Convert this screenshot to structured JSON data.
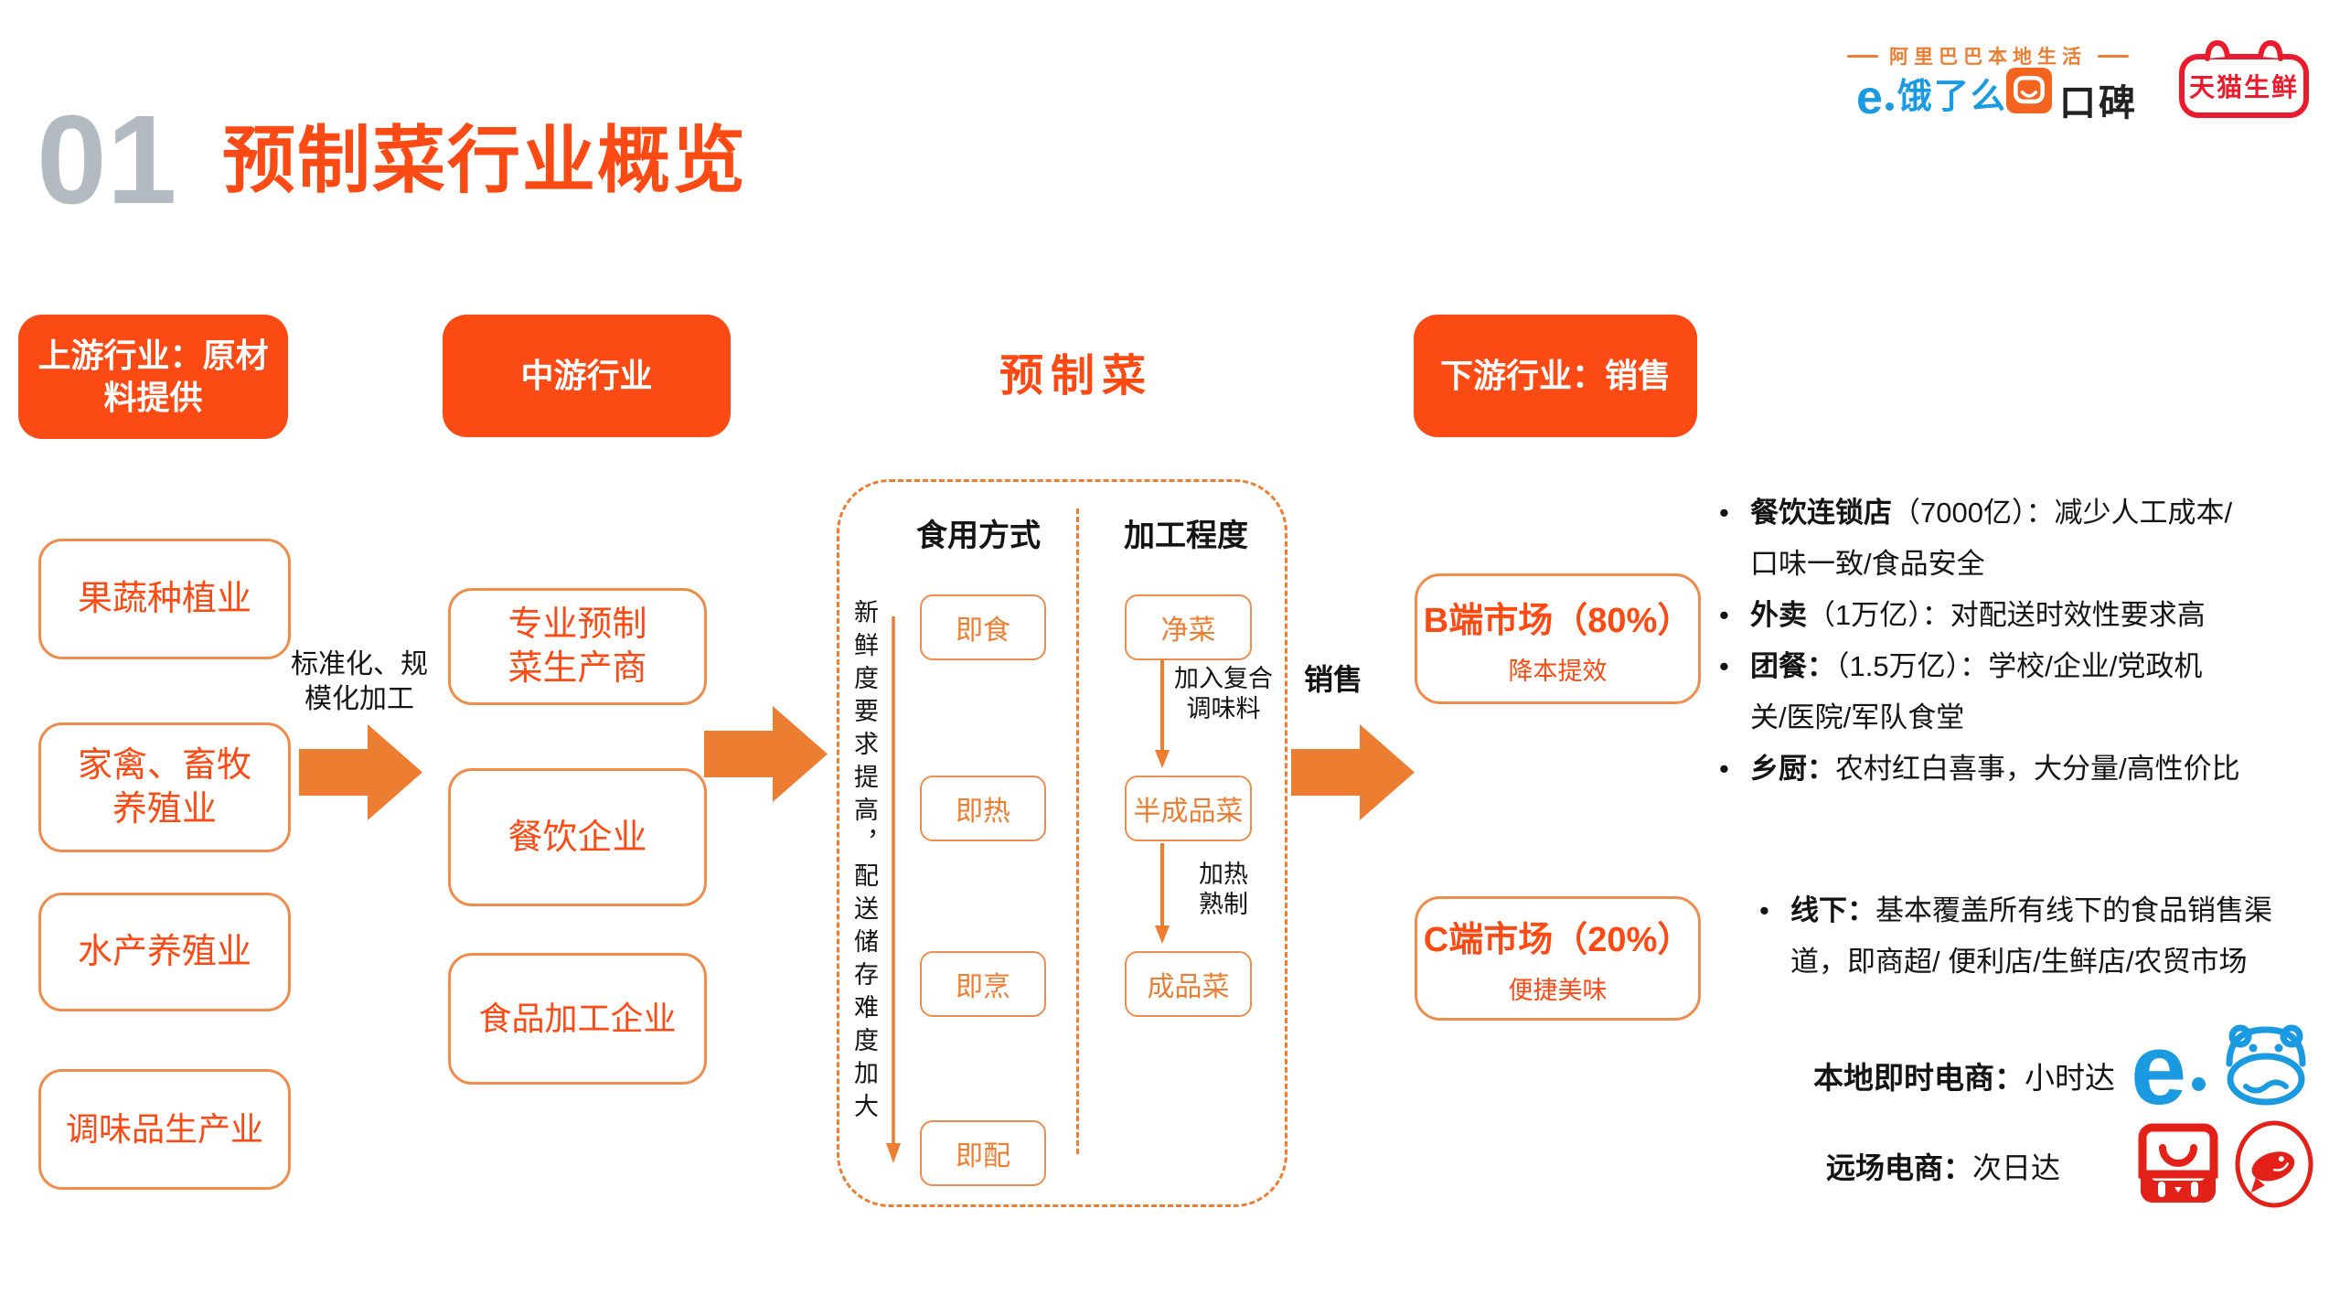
{
  "page": {
    "number": "01",
    "title": "预制菜行业概览"
  },
  "brand": {
    "banner": "阿里巴巴本地生活",
    "eleme_mark": "e",
    "eleme": "饿了么",
    "koubei": "口碑",
    "tmall_fresh": "天猫生鲜"
  },
  "stages": {
    "upstream": "上游行业：原材\n料提供",
    "midstream": "中游行业",
    "center": "预制菜",
    "downstream": "下游行业：销售"
  },
  "upstream_items": [
    "果蔬种植业",
    "家禽、畜牧\n养殖业",
    "水产养殖业",
    "调味品生产业"
  ],
  "process_arrow_label": "标准化、规\n模化加工",
  "midstream_items": [
    "专业预制\n菜生产商",
    "餐饮企业",
    "食品加工企业"
  ],
  "panel": {
    "eat_header": "食用方式",
    "process_header": "加工程度",
    "axis_label": "新鲜度要求提高，配送储存难度加大",
    "eat_items": [
      "即食",
      "即热",
      "即烹",
      "即配"
    ],
    "process_items": [
      "净菜",
      "半成品菜",
      "成品菜"
    ],
    "step1_label": "加入复合\n调味料",
    "step2_label": "加热\n熟制"
  },
  "sales_label": "销售",
  "markets": {
    "b_title": "B端市场（80%）",
    "b_sub": "降本提效",
    "c_title": "C端市场（20%）",
    "c_sub": "便捷美味"
  },
  "b_side_bullets": [
    {
      "lead": "餐饮连锁店",
      "rest": "（7000亿）：减少人工成本/\n口味一致/食品安全"
    },
    {
      "lead": "外卖",
      "rest": "（1万亿）：对配送时效性要求高"
    },
    {
      "lead": "团餐：",
      "rest": "（1.5万亿）：学校/企业/党政机\n关/医院/军队食堂"
    },
    {
      "lead": "乡厨：",
      "rest": "农村红白喜事，大分量/高性价比"
    }
  ],
  "offline_bullet": {
    "lead": "线下：",
    "rest": "基本覆盖所有线下的食品销售渠\n道，即商超/ 便利店/生鲜店/农贸市场"
  },
  "ecommerce": {
    "local_label": "本地即时电商：",
    "local_value": "小时达",
    "far_label": "远场电商：",
    "far_value": "次日达"
  },
  "colors": {
    "primary": "#fb4a14",
    "accent": "#ed7d31",
    "box_border": "#f08c4b",
    "gray": "#b3bac1",
    "blue": "#1a9ae0",
    "red": "#e32119",
    "koubei_orange": "#f4641e",
    "tmall_fresh_red": "#ea1b2d"
  }
}
